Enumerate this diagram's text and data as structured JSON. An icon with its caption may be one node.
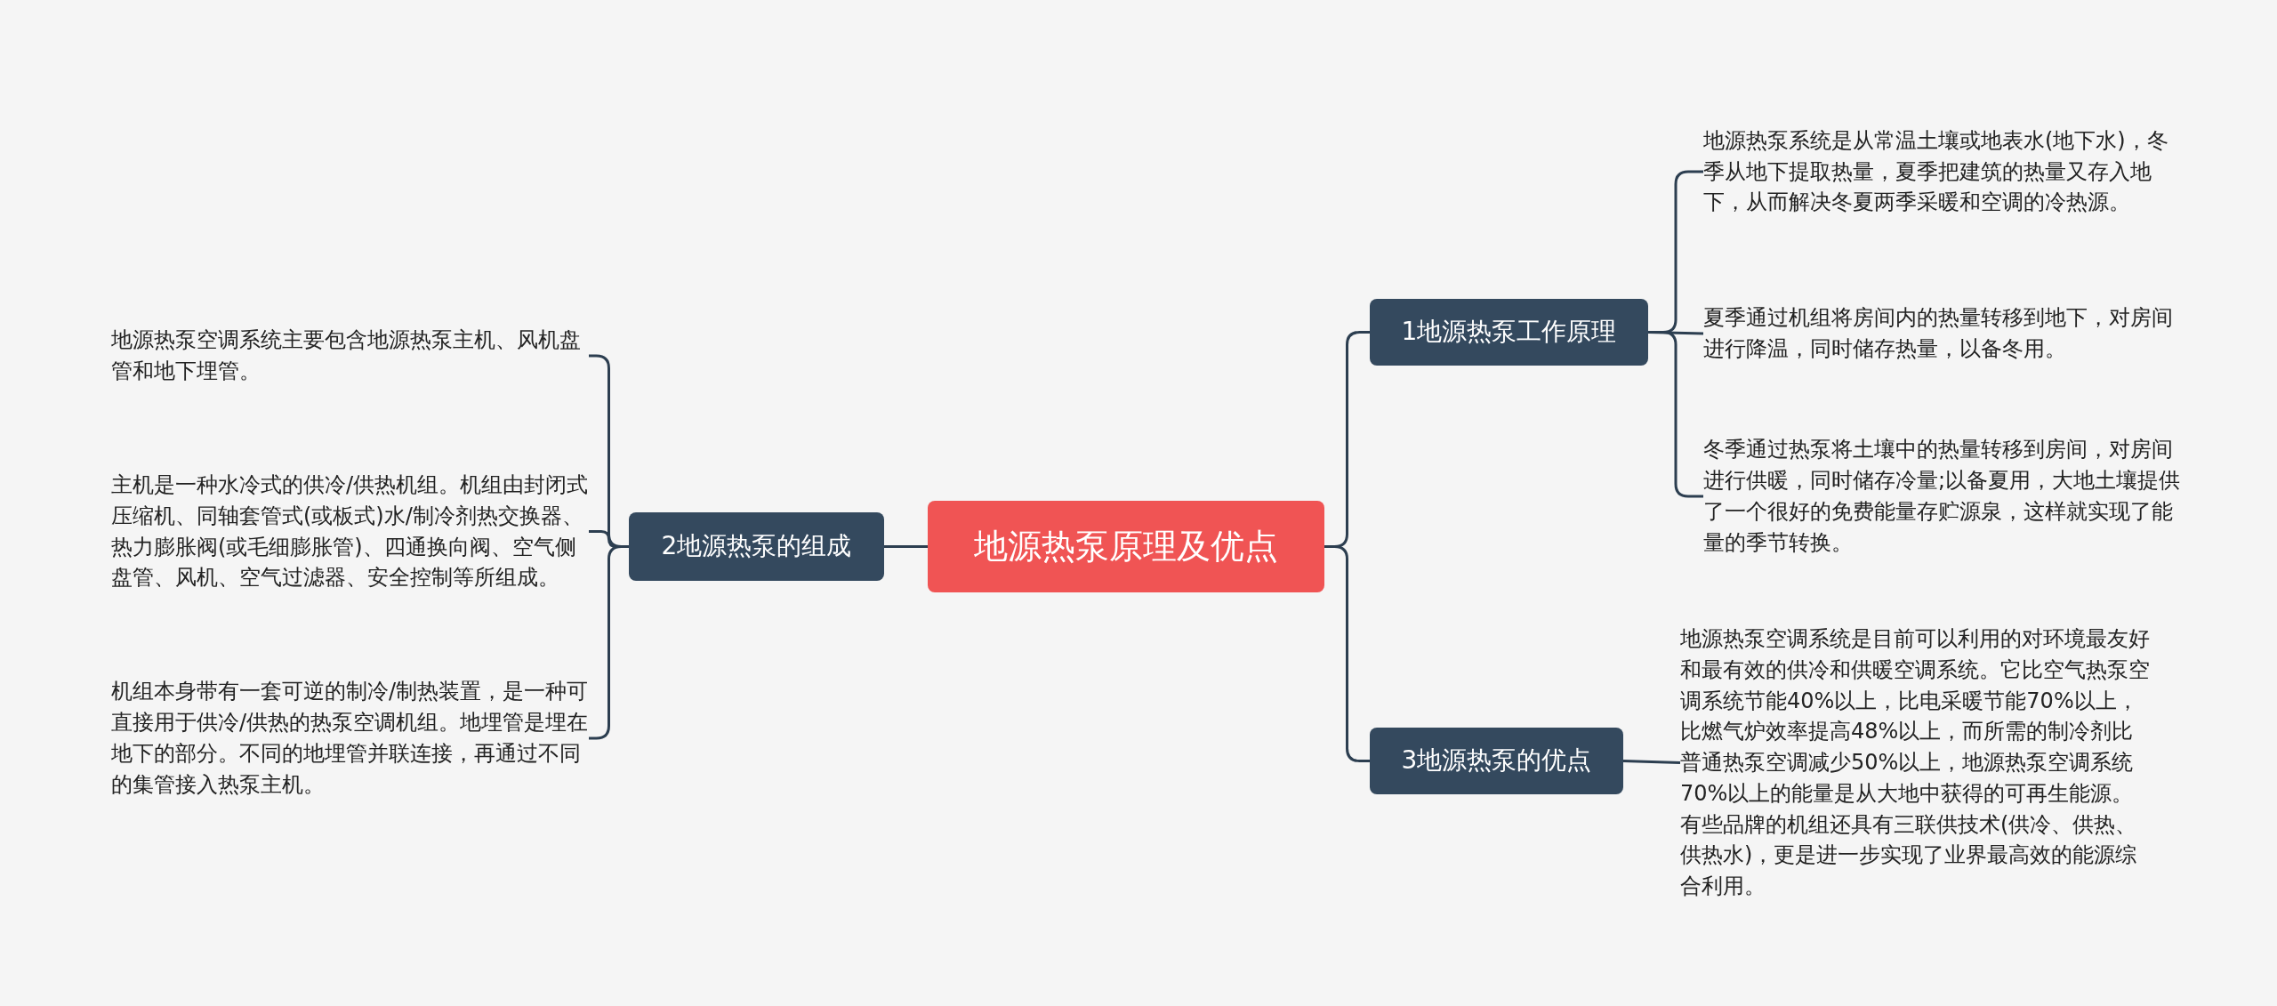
{
  "diagram": {
    "nodes": [
      {
        "text": [
          "地源热泵原理及优点"
        ]
      },
      {
        "text": [
          "1地源热泵工作原理"
        ]
      },
      {
        "text": [
          "地源热泵系统是从常温土壤或地表水(地下水)，冬季从地下提取热量，夏季把建筑的热量又存入地下，从而解决冬夏两季采暖和空调的冷热源。"
        ]
      },
      {
        "text": [
          "夏季通过机组将房间内的热量转移到地下，对房间进行降温，同时储存热量，以备冬用。"
        ]
      },
      {
        "text": [
          "冬季通过热泵将土壤中的热量转移到房间，对房间进行供暖，同时储存冷量;以备夏用，大地土壤提供了一个很好的免费能量存贮源泉，这样就实现了能量的季节转换。"
        ]
      },
      {
        "text": [
          "2地源热泵的组成"
        ]
      },
      {
        "text": [
          "地源热泵空调系统主要包含地源热泵主机、风机盘管和地下埋管。"
        ]
      },
      {
        "text": [
          "主机是一种水冷式的供冷/供热机组。机组由封闭式压缩机、同轴套管式(或板式)水/制冷剂热交换器、热力膨胀阀(或毛细膨胀管)、四通换向阀、空气侧盘管、风机、空气过滤器、安全控制等所组成。"
        ]
      },
      {
        "text": [
          "机组本身带有一套可逆的制冷/制热装置，是一种可直接用于供冷/供热的热泵空调机组。地埋管是埋在地下的部分。不同的地埋管并联连接，再通过不同的集管接入热泵主机。"
        ]
      },
      {
        "text": [
          "3地源热泵的优点"
        ]
      },
      {
        "text": [
          "地源热泵空调系统是目前可以利用的对环境最友好和最有效的供冷和供暖空调系统。它比空气热泵空调系统节能40%以上，比电采暖节能70%以上，比燃气炉效率提高48%以上，而所需的制冷剂比普通热泵空调减少50%以上，地源热泵空调系统70%以上的能量是从大地中获得的可再生能源。有些品牌的机组还具有三联供技术(供冷、供热、供热水)，更是进一步实现了业界最高效的能源综合利用。"
        ]
      }
    ],
    "edges": [
      {
        "from": 0,
        "to": 1,
        "arrow": "none"
      },
      {
        "from": 1,
        "to": 2,
        "arrow": "none"
      },
      {
        "from": 1,
        "to": 3,
        "arrow": "none"
      },
      {
        "from": 1,
        "to": 4,
        "arrow": "none"
      },
      {
        "from": 0,
        "to": 5,
        "arrow": "none"
      },
      {
        "from": 5,
        "to": 6,
        "arrow": "none"
      },
      {
        "from": 5,
        "to": 7,
        "arrow": "none"
      },
      {
        "from": 5,
        "to": 8,
        "arrow": "none"
      },
      {
        "from": 0,
        "to": 9,
        "arrow": "none"
      },
      {
        "from": 9,
        "to": 10,
        "arrow": "none"
      }
    ]
  }
}
